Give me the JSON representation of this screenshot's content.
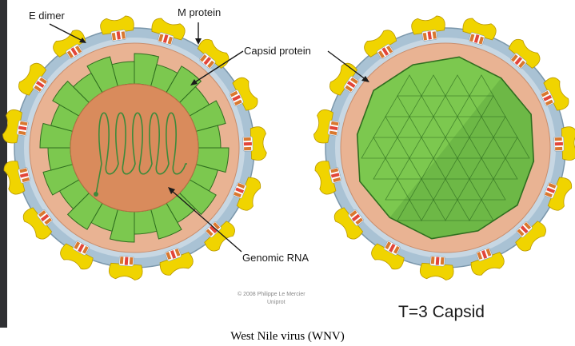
{
  "labels": {
    "e_dimer": "E dimer",
    "m_protein": "M protein",
    "capsid_protein": "Capsid protein",
    "genomic_rna": "Genomic RNA"
  },
  "copyright": {
    "line1": "© 2008 Philippe Le Mercier",
    "line2": "Uniprot"
  },
  "capsid_title": "T=3 Capsid",
  "caption": "West Nile virus (WNV)",
  "colors": {
    "membrane": "#a9c2d4",
    "matrix": "#e9b393",
    "capsid_green": "#7cc84f",
    "capsid_dark": "#2f6e1f",
    "genome_core": "#d98b5c",
    "rna_line": "#3c8a3a",
    "e_protein": "#f0d400",
    "m_protein": "#d9782f"
  }
}
